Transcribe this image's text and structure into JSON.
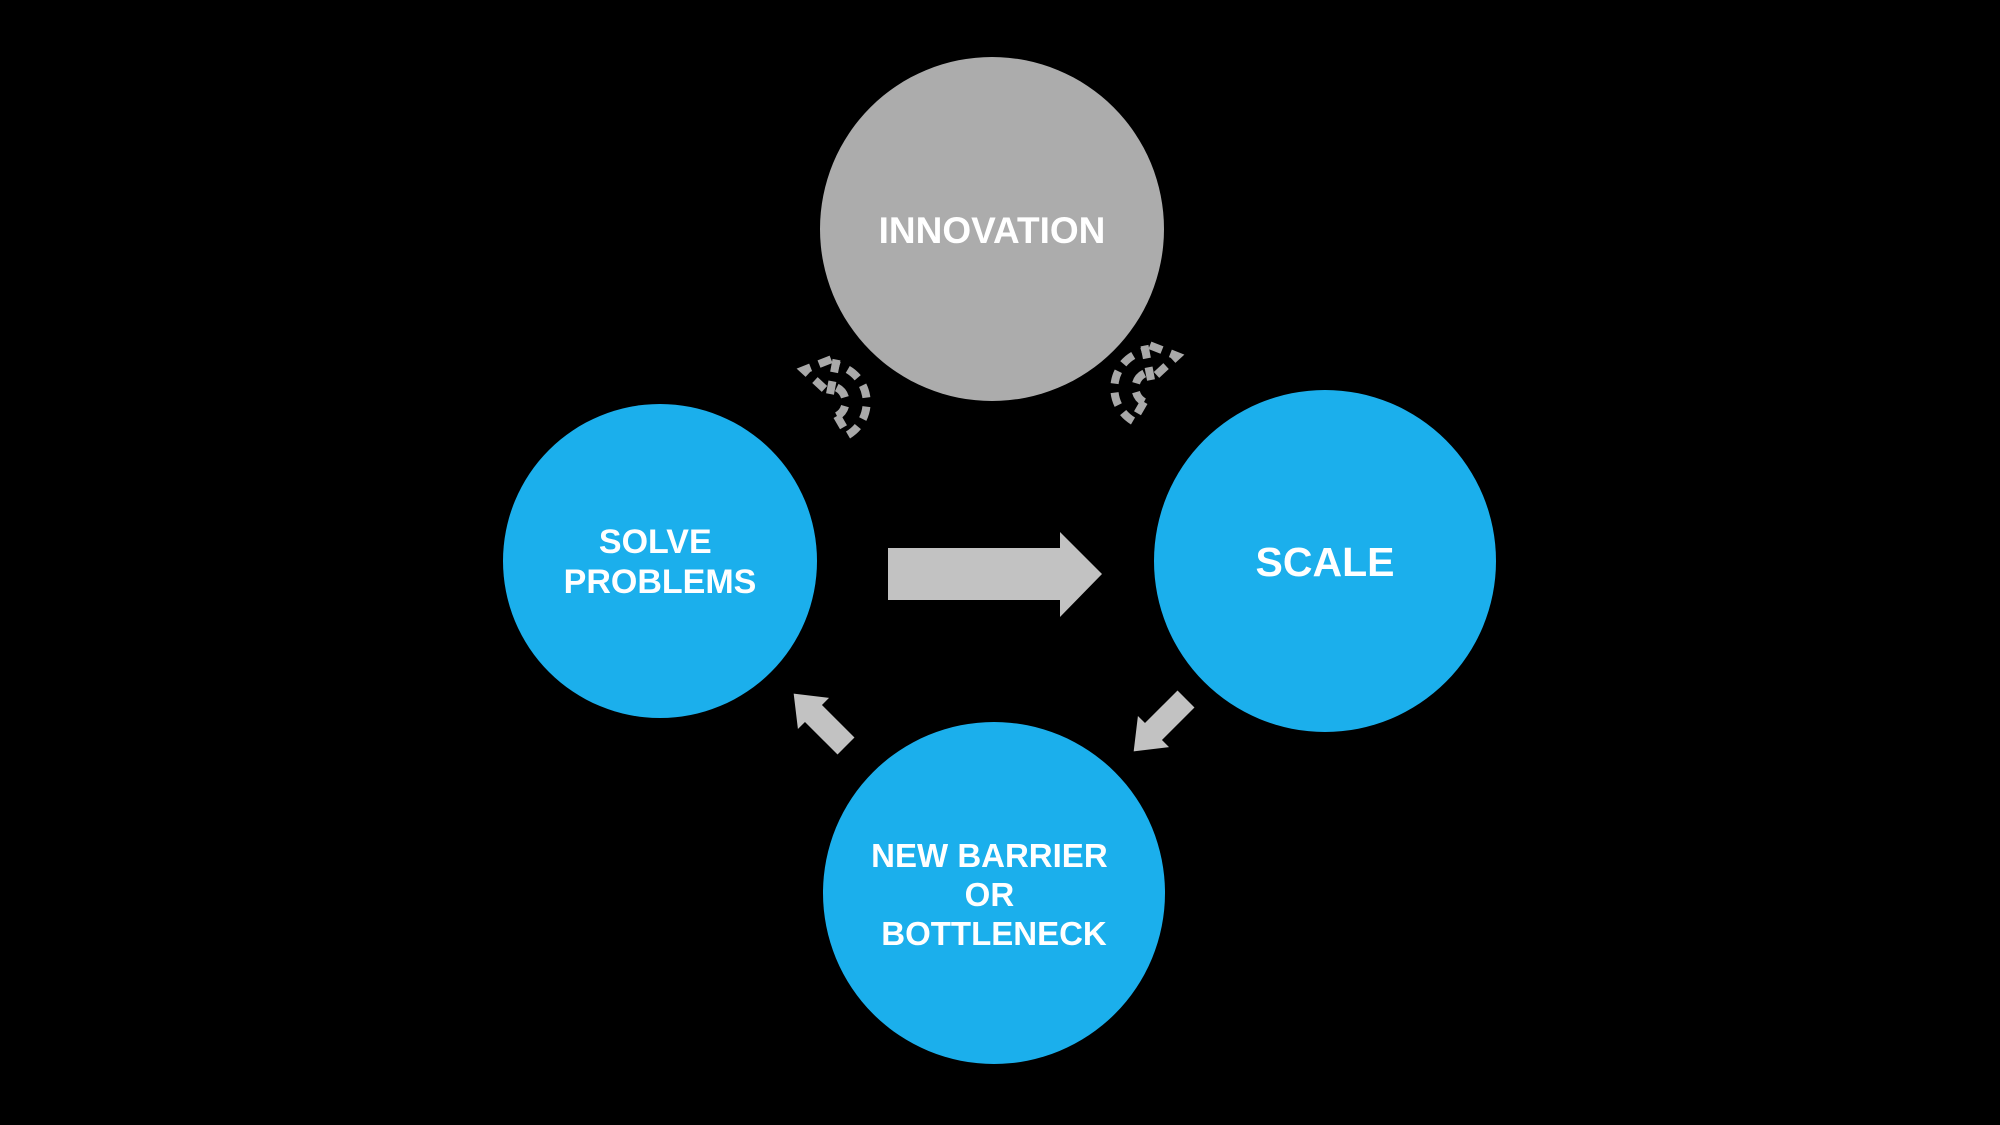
{
  "colors": {
    "background": "#000000",
    "node_blue": "#1BAFEC",
    "node_gray": "#ACACAC",
    "solid_arrow": "#C2C2C2",
    "dashed_arrow": "#A9A9A9",
    "label": "#FFFFFF"
  },
  "nodes": {
    "innovation": {
      "label": "INNOVATION",
      "fill": "#ACACAC"
    },
    "solve_problems": {
      "lines": [
        "SOLVE",
        "PROBLEMS"
      ],
      "fill": "#1BAFEC"
    },
    "scale": {
      "label": "SCALE",
      "fill": "#1BAFEC"
    },
    "new_barrier": {
      "lines": [
        "NEW BARRIER",
        "OR",
        "BOTTLENECK"
      ],
      "fill": "#1BAFEC"
    }
  },
  "arrows": {
    "solve_to_scale": {
      "style": "solid",
      "direction": "right"
    },
    "scale_to_new_barrier": {
      "style": "solid",
      "direction": "down-left"
    },
    "new_barrier_to_solve_problems": {
      "style": "solid",
      "direction": "up-left"
    },
    "innovation_left_dashed": {
      "style": "dashed",
      "direction": "counter-clockwise"
    },
    "innovation_right_dashed": {
      "style": "dashed",
      "direction": "clockwise"
    }
  }
}
